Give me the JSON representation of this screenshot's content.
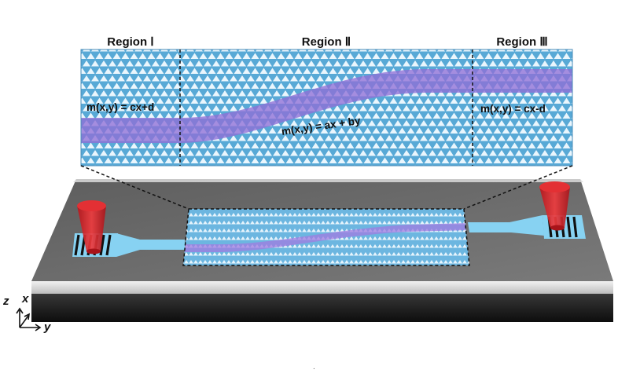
{
  "regions": {
    "region_1": "Region Ⅰ",
    "region_2": "Region Ⅱ",
    "region_3": "Region Ⅲ"
  },
  "equations": {
    "left": "m(x,y) = cx+d",
    "middle": "m(x,y) = ax + by",
    "right": "m(x,y) = cx-d"
  },
  "axes": {
    "z": "z",
    "x": "x",
    "y": "y"
  },
  "colors": {
    "lattice_blue": "#58a9d6",
    "waveguide_purple": "#8f6fd6",
    "substrate_top": "#6b6b6b",
    "substrate_side": "#d6d6d6",
    "coupler_red": "#d9262b",
    "taper_blue": "#87d2f2"
  },
  "footer_mark": "."
}
